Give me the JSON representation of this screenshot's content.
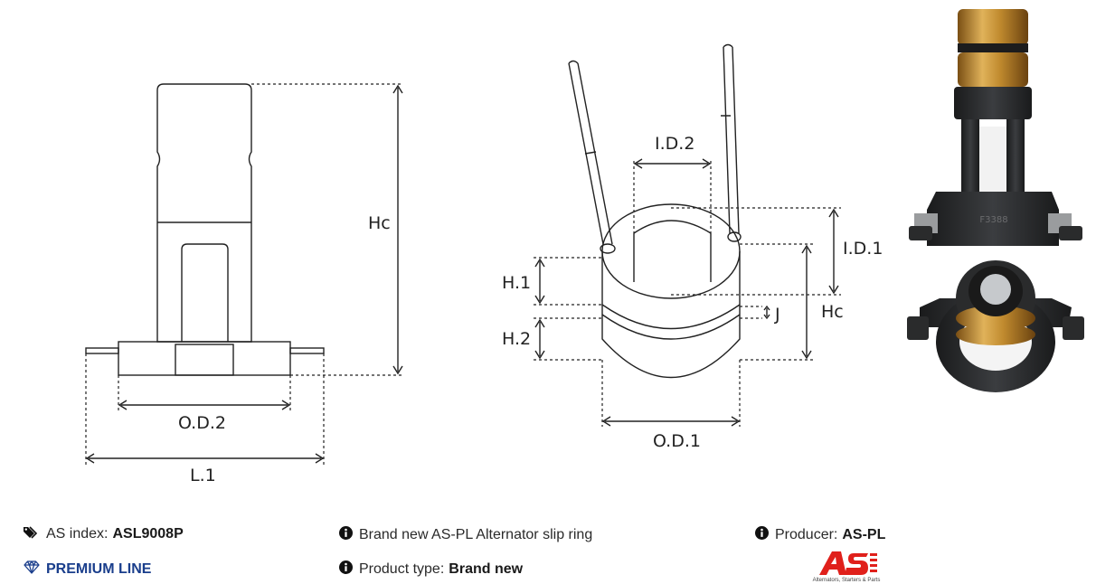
{
  "dimensions": {
    "hc_left": "Hc",
    "od2": "O.D.2",
    "l1": "L.1",
    "id2": "I.D.2",
    "id1": "I.D.1",
    "h1": "H.1",
    "h2": "H.2",
    "j": "J",
    "hc_right": "Hc",
    "od1": "O.D.1"
  },
  "photo": {
    "marking": "F3388"
  },
  "info": {
    "as_index_label": "AS index:",
    "as_index_value": "ASL9008P",
    "premium_line": "PREMIUM LINE",
    "description": "Brand new AS-PL Alternator slip ring",
    "product_type_label": "Product type:",
    "product_type_value": "Brand new",
    "producer_label": "Producer:",
    "producer_value": "AS-PL"
  },
  "logo": {
    "mark": "AS",
    "tagline": "Alternators, Starters & Parts"
  },
  "colors": {
    "line": "#222222",
    "premium": "#1a3e8c",
    "logo_red": "#e0201b",
    "copper": "#c08a2e",
    "plastic": "#2b2d2f"
  },
  "icons": {
    "as_index": "tags-icon",
    "premium": "diamond-icon",
    "description": "info-circle-icon",
    "product_type": "info-circle-icon",
    "producer": "info-circle-icon"
  }
}
